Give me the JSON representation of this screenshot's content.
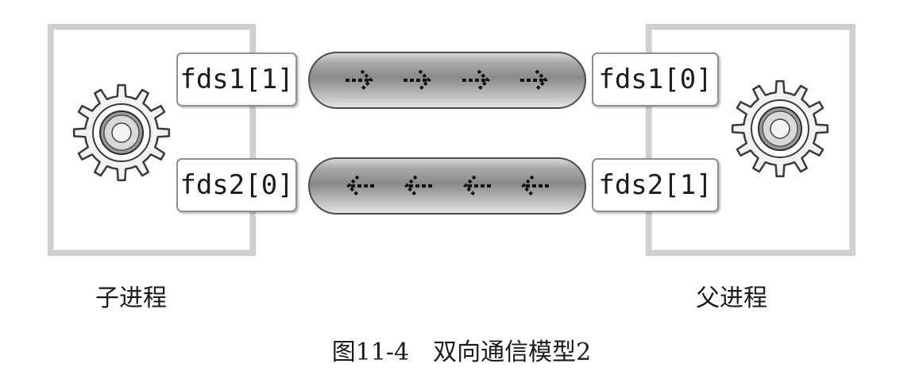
{
  "child_process": {
    "label": "子进程",
    "write_fd": "fds1[1]",
    "read_fd": "fds2[0]"
  },
  "parent_process": {
    "label": "父进程",
    "read_fd": "fds1[0]",
    "write_fd": "fds2[1]"
  },
  "pipes": {
    "top_direction": "right",
    "bottom_direction": "left",
    "arrow_count": 4
  },
  "icons": [
    "gear-icon",
    "arrow-right-icon",
    "arrow-left-icon"
  ],
  "figure_caption": "图11-4　双向通信模型2"
}
